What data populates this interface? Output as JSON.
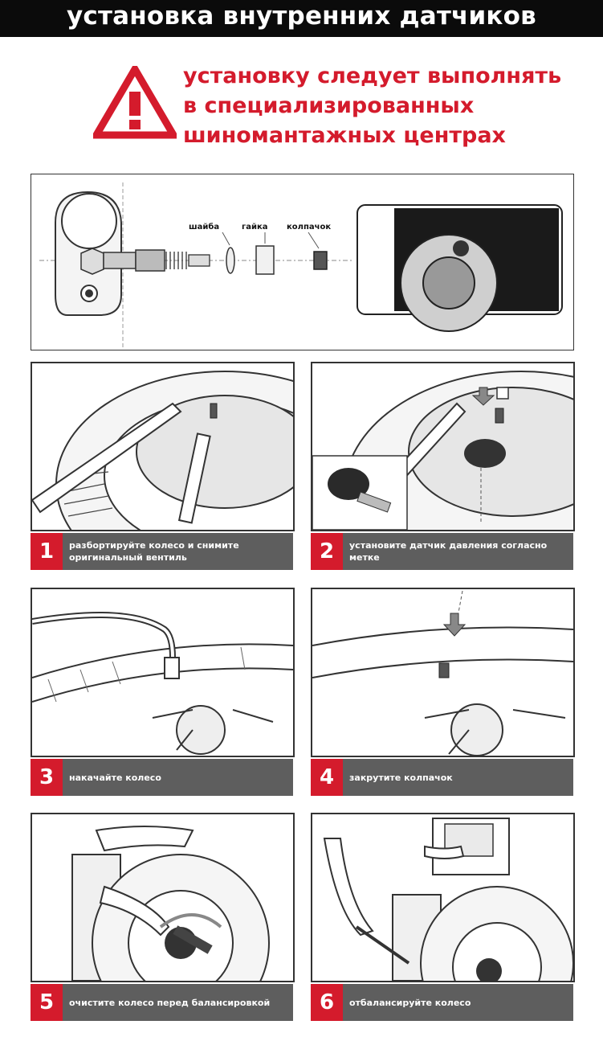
{
  "header": {
    "title": "установка внутренних датчиков"
  },
  "warning": {
    "lines": [
      "установку следует выполнять",
      "в специализированных",
      "шиномантажных центрах"
    ],
    "accent_color": "#d41b2c",
    "icon": "warning-triangle-icon"
  },
  "diagram": {
    "labels": {
      "washer": "шайба",
      "nut": "гайка",
      "cap": "колпачок"
    }
  },
  "steps": [
    {
      "num": "1",
      "text": "разбортируйте колесо и снимите оригинальный вентиль"
    },
    {
      "num": "2",
      "text": "установите датчик давления согласно метке"
    },
    {
      "num": "3",
      "text": "накачайте колесо"
    },
    {
      "num": "4",
      "text": "закрутите колпачок"
    },
    {
      "num": "5",
      "text": "очистите колесо перед балансировкой"
    },
    {
      "num": "6",
      "text": "отбалансируйте колесо"
    }
  ]
}
